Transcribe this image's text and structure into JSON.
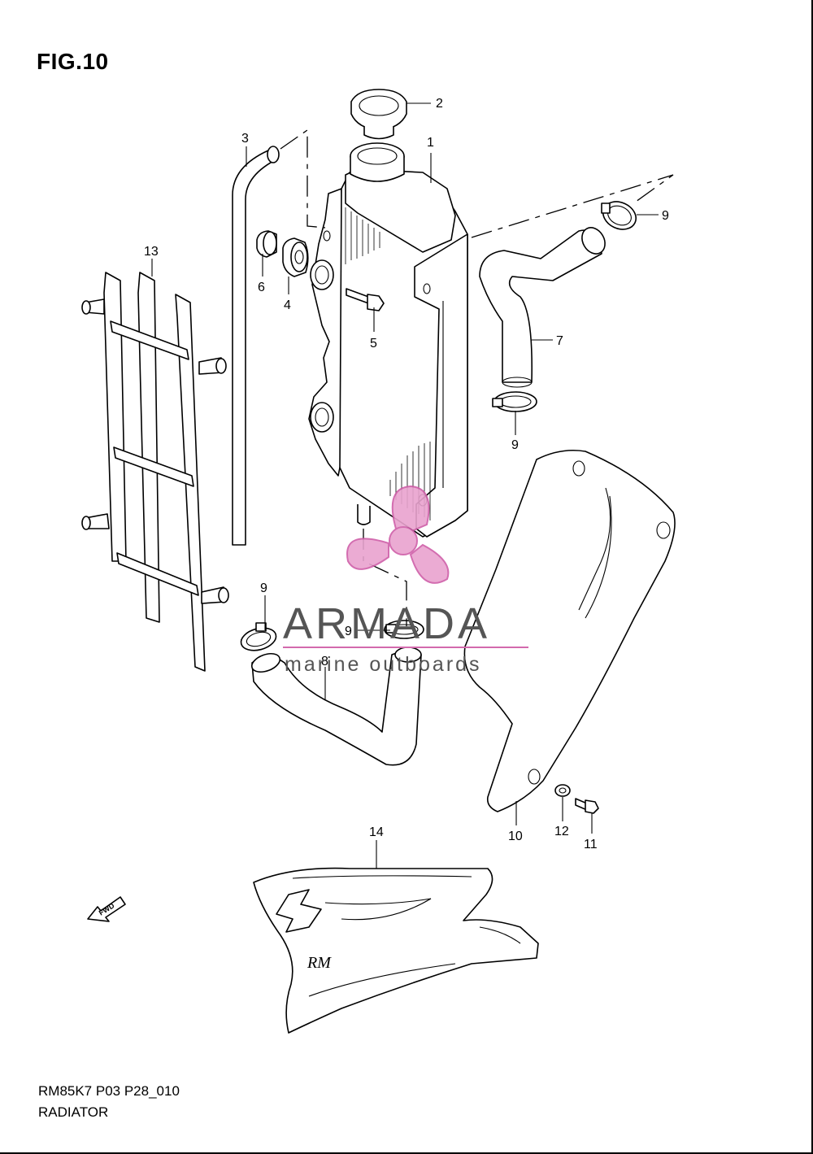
{
  "figure": {
    "title": "FIG.10",
    "code": "RM85K7 P03 P28_010",
    "name": "RADIATOR"
  },
  "callouts": [
    {
      "id": "c1",
      "label": "1"
    },
    {
      "id": "c2",
      "label": "2"
    },
    {
      "id": "c3",
      "label": "3"
    },
    {
      "id": "c4",
      "label": "4"
    },
    {
      "id": "c5",
      "label": "5"
    },
    {
      "id": "c6",
      "label": "6"
    },
    {
      "id": "c7",
      "label": "7"
    },
    {
      "id": "c8",
      "label": "8"
    },
    {
      "id": "c9a",
      "label": "9"
    },
    {
      "id": "c9b",
      "label": "9"
    },
    {
      "id": "c9c",
      "label": "9"
    },
    {
      "id": "c9d",
      "label": "9"
    },
    {
      "id": "c10",
      "label": "10"
    },
    {
      "id": "c11",
      "label": "11"
    },
    {
      "id": "c12",
      "label": "12"
    },
    {
      "id": "c13",
      "label": "13"
    },
    {
      "id": "c14",
      "label": "14"
    }
  ],
  "fwd_label": "FWD",
  "shroud_text": "RM",
  "watermark": {
    "brand": "ARMADA",
    "tagline": "marine outboards"
  }
}
